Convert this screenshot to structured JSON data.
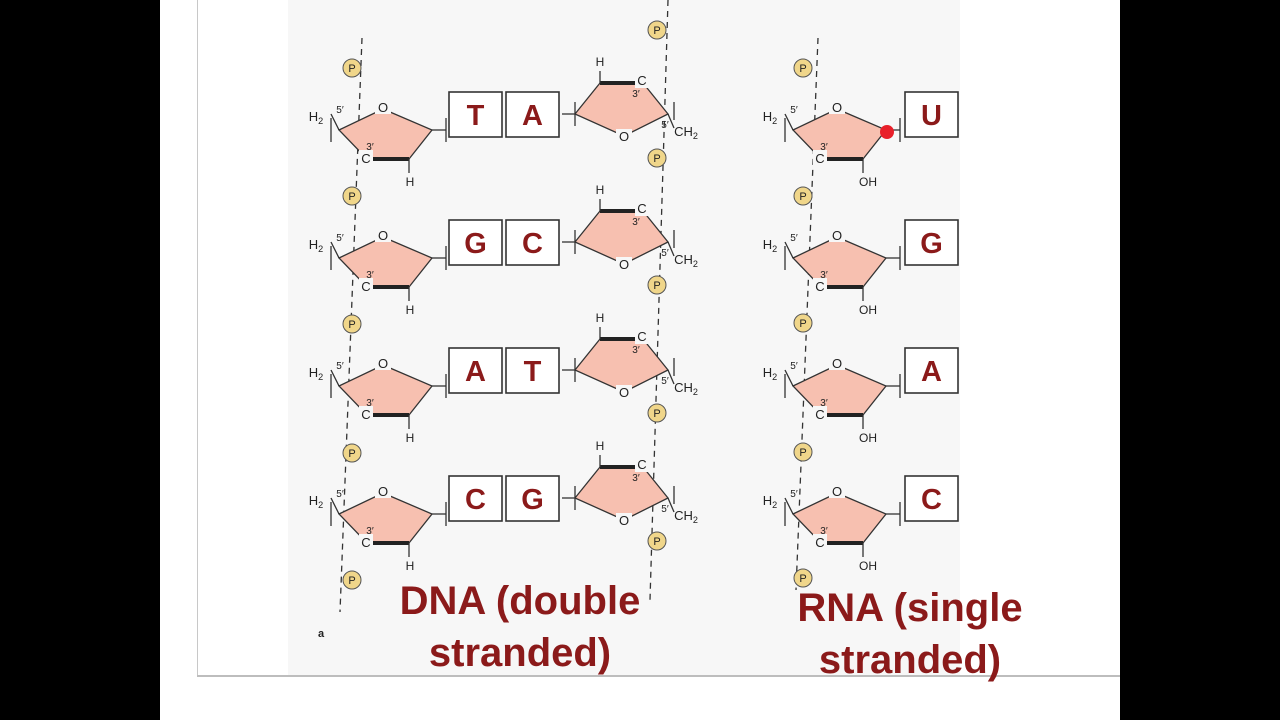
{
  "colors": {
    "sugar_fill": "#f7c0b0",
    "phosphate_fill": "#f0d68a",
    "base_text": "#8b1a1a",
    "caption_text": "#8b1a1a",
    "highlight_dot": "#e8202a"
  },
  "labels": {
    "phosphate": "P",
    "carbon": "C",
    "oxygen": "O",
    "hydrogen": "H",
    "hydroxyl": "OH",
    "h2": "H",
    "h2_sub": "2",
    "ch2": "CH",
    "ch2_sub": "2",
    "prime3": "3′",
    "prime5": "5′",
    "panel_letter": "a"
  },
  "dna": {
    "pairs": [
      {
        "left": "T",
        "right": "A"
      },
      {
        "left": "G",
        "right": "C"
      },
      {
        "left": "A",
        "right": "T"
      },
      {
        "left": "C",
        "right": "G"
      }
    ],
    "caption_line1": "DNA (double",
    "caption_line2": "stranded)"
  },
  "rna": {
    "bases": [
      "U",
      "G",
      "A",
      "C"
    ],
    "caption_line1": "RNA (single",
    "caption_line2": "stranded)"
  }
}
